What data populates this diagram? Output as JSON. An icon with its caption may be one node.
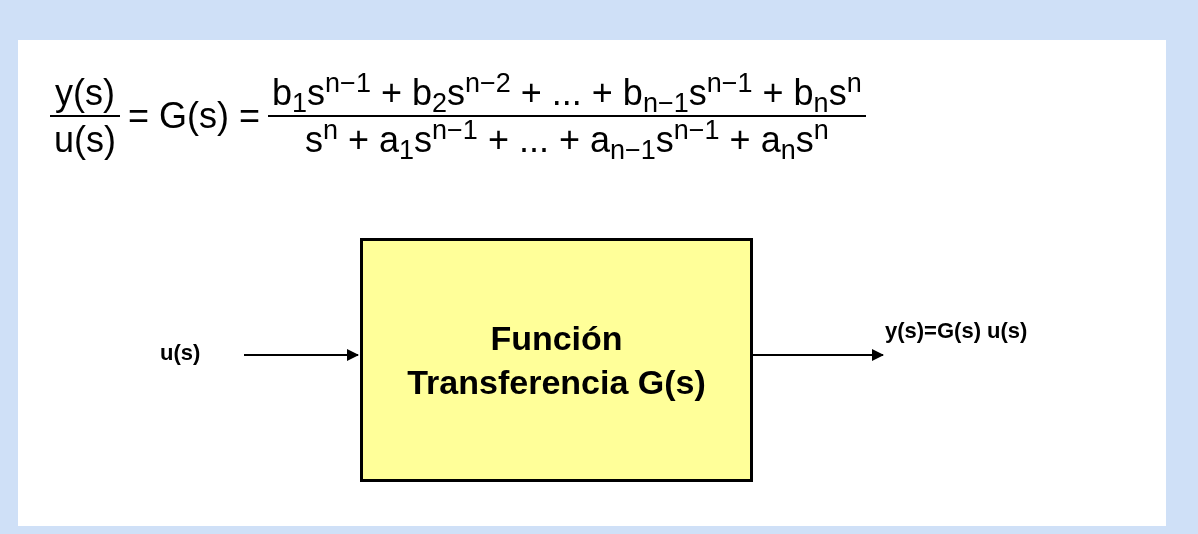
{
  "diagram": {
    "nodes": [
      {
        "text": [
          "u(s)"
        ]
      },
      {
        "text": [
          "Función Transferencia G(s)"
        ]
      },
      {
        "text": [
          "y(s)=G(s) u(s)"
        ]
      }
    ],
    "edges": [
      {
        "from": 0,
        "to": 1,
        "arrow": "to"
      },
      {
        "from": 1,
        "to": 2,
        "arrow": "to"
      }
    ],
    "labels": [
      "y(s)",
      "u(s)",
      "= G(s) =",
      "b$_{1}$s$^{n−1}$ + b$_{2}$s$^{n−2}$ + ... + b$_{n−1}$s$^{n−1}$ + b$_{n}$s$^{n}$",
      "s$^{n}$ + a$_{1}$s$^{n−1}$ + ... + a$_{n−1}$s$^{n−1}$ + a$_{n}$s$^{n}$"
    ]
  }
}
